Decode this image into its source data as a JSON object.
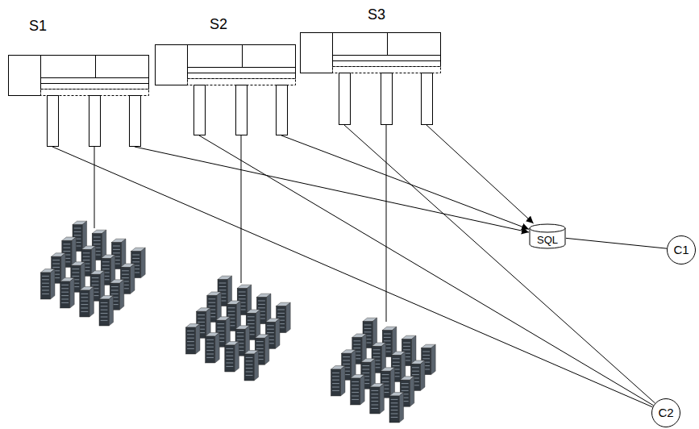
{
  "diagram": {
    "nodes": [
      {
        "text": [
          "S1"
        ]
      },
      {
        "text": [
          "S2"
        ]
      },
      {
        "text": [
          "S3"
        ]
      },
      {
        "text": [
          "SQL"
        ]
      },
      {
        "text": [
          "C1"
        ]
      },
      {
        "text": [
          "C2"
        ]
      }
    ],
    "edges": [
      {
        "from": 0,
        "to": 5,
        "arrow": "none"
      },
      {
        "from": 0,
        "to": 3,
        "arrow": "to"
      },
      {
        "from": 1,
        "to": 5,
        "arrow": "none"
      },
      {
        "from": 1,
        "to": 3,
        "arrow": "to"
      },
      {
        "from": 2,
        "to": 5,
        "arrow": "none"
      },
      {
        "from": 2,
        "to": 3,
        "arrow": "to"
      },
      {
        "from": 3,
        "to": 4,
        "arrow": "none"
      }
    ]
  }
}
